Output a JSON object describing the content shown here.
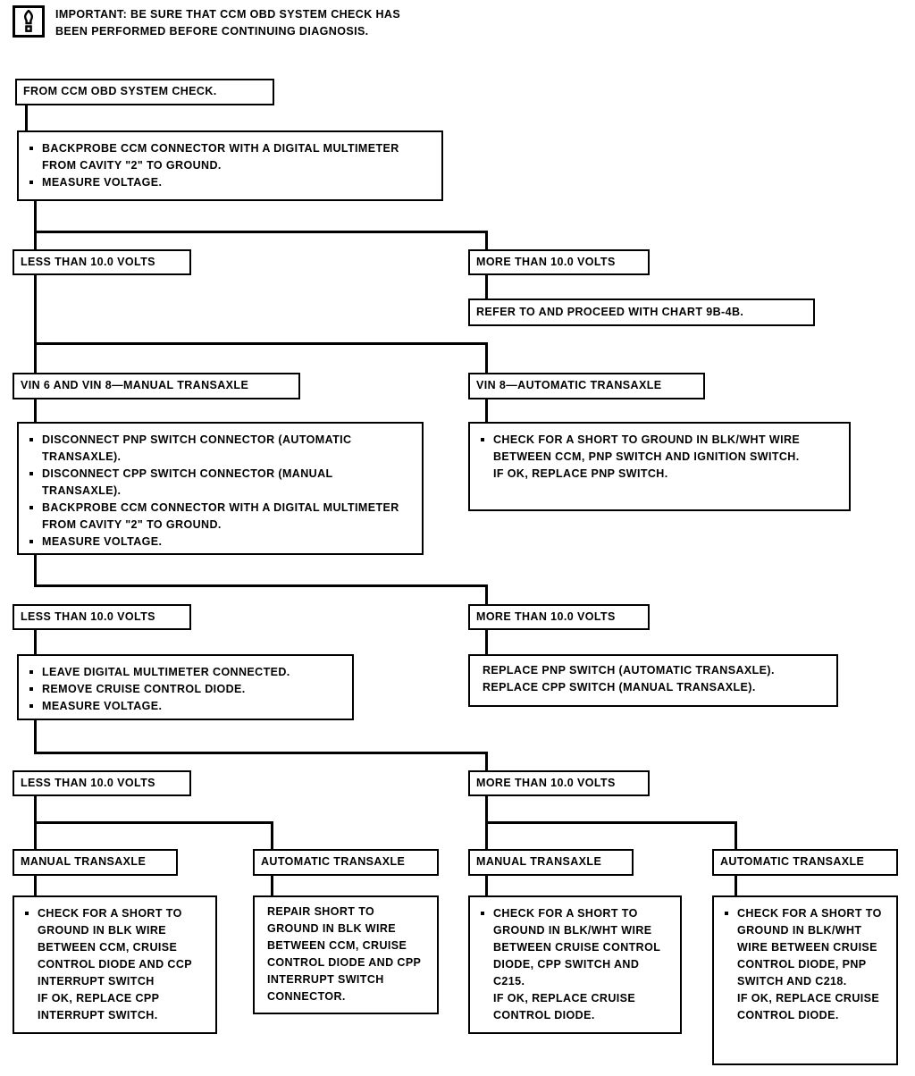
{
  "note": {
    "icon": "exclamation-in-box-icon",
    "text": "IMPORTANT: BE SURE THAT CCM OBD SYSTEM CHECK HAS\nBEEN PERFORMED BEFORE CONTINUING DIAGNOSIS."
  },
  "colors": {
    "line": "#000000",
    "background": "#ffffff",
    "text": "#000000"
  },
  "nodes": {
    "start": {
      "label": "FROM CCM OBD SYSTEM CHECK."
    },
    "step1": {
      "items": [
        "BACKPROBE CCM CONNECTOR WITH A DIGITAL MULTIMETER FROM CAVITY \"2\" TO GROUND.",
        "MEASURE VOLTAGE."
      ]
    },
    "branch1_left": {
      "label": "LESS THAN 10.0 VOLTS"
    },
    "branch1_right": {
      "label": "MORE THAN 10.0 VOLTS"
    },
    "refer_chart": {
      "label": "REFER TO AND PROCEED WITH CHART 9B-4B."
    },
    "vin_manual": {
      "label": "VIN 6 AND VIN 8—MANUAL TRANSAXLE"
    },
    "vin_auto": {
      "label": "VIN 8—AUTOMATIC TRANSAXLE"
    },
    "step2": {
      "items": [
        "DISCONNECT PNP SWITCH CONNECTOR (AUTOMATIC TRANSAXLE).",
        "DISCONNECT CPP SWITCH CONNECTOR (MANUAL TRANSAXLE).",
        "BACKPROBE CCM CONNECTOR WITH A DIGITAL MULTIMETER FROM CAVITY \"2\" TO GROUND.",
        "MEASURE VOLTAGE."
      ]
    },
    "auto_action": {
      "items": [
        "CHECK FOR A SHORT TO GROUND IN BLK/WHT WIRE BETWEEN CCM, PNP SWITCH AND IGNITION SWITCH."
      ],
      "followup": "IF OK, REPLACE PNP SWITCH."
    },
    "branch2_left": {
      "label": "LESS THAN 10.0 VOLTS"
    },
    "branch2_right": {
      "label": "MORE THAN 10.0 VOLTS"
    },
    "step3": {
      "items": [
        "LEAVE DIGITAL MULTIMETER CONNECTED.",
        "REMOVE CRUISE CONTROL DIODE.",
        "MEASURE VOLTAGE."
      ]
    },
    "replace_switches": {
      "lines": [
        "REPLACE PNP SWITCH (AUTOMATIC TRANSAXLE).",
        "REPLACE CPP SWITCH (MANUAL TRANSAXLE)."
      ]
    },
    "branch3_left": {
      "label": "LESS THAN 10.0 VOLTS"
    },
    "branch3_right": {
      "label": "MORE THAN 10.0 VOLTS"
    },
    "leaf1_header": {
      "label": "MANUAL TRANSAXLE"
    },
    "leaf2_header": {
      "label": "AUTOMATIC TRANSAXLE"
    },
    "leaf3_header": {
      "label": "MANUAL TRANSAXLE"
    },
    "leaf4_header": {
      "label": "AUTOMATIC TRANSAXLE"
    },
    "leaf1_body": {
      "bullet": "CHECK FOR A SHORT TO GROUND IN BLK WIRE BETWEEN CCM, CRUISE CONTROL DIODE AND CCP INTERRUPT SWITCH",
      "followup": "IF OK, REPLACE CPP INTERRUPT SWITCH."
    },
    "leaf2_body": {
      "text": "REPAIR SHORT TO GROUND IN BLK WIRE BETWEEN CCM, CRUISE CONTROL DIODE AND CPP INTERRUPT SWITCH CONNECTOR."
    },
    "leaf3_body": {
      "bullet": "CHECK FOR A SHORT TO GROUND IN BLK/WHT WIRE BETWEEN CRUISE CONTROL DIODE, CPP SWITCH AND C215.",
      "followup": "IF OK, REPLACE CRUISE CONTROL DIODE."
    },
    "leaf4_body": {
      "bullet": "CHECK FOR A SHORT TO GROUND IN BLK/WHT WIRE BETWEEN CRUISE CONTROL DIODE, PNP SWITCH AND C218.",
      "followup": "IF OK, REPLACE CRUISE CONTROL DIODE."
    }
  }
}
